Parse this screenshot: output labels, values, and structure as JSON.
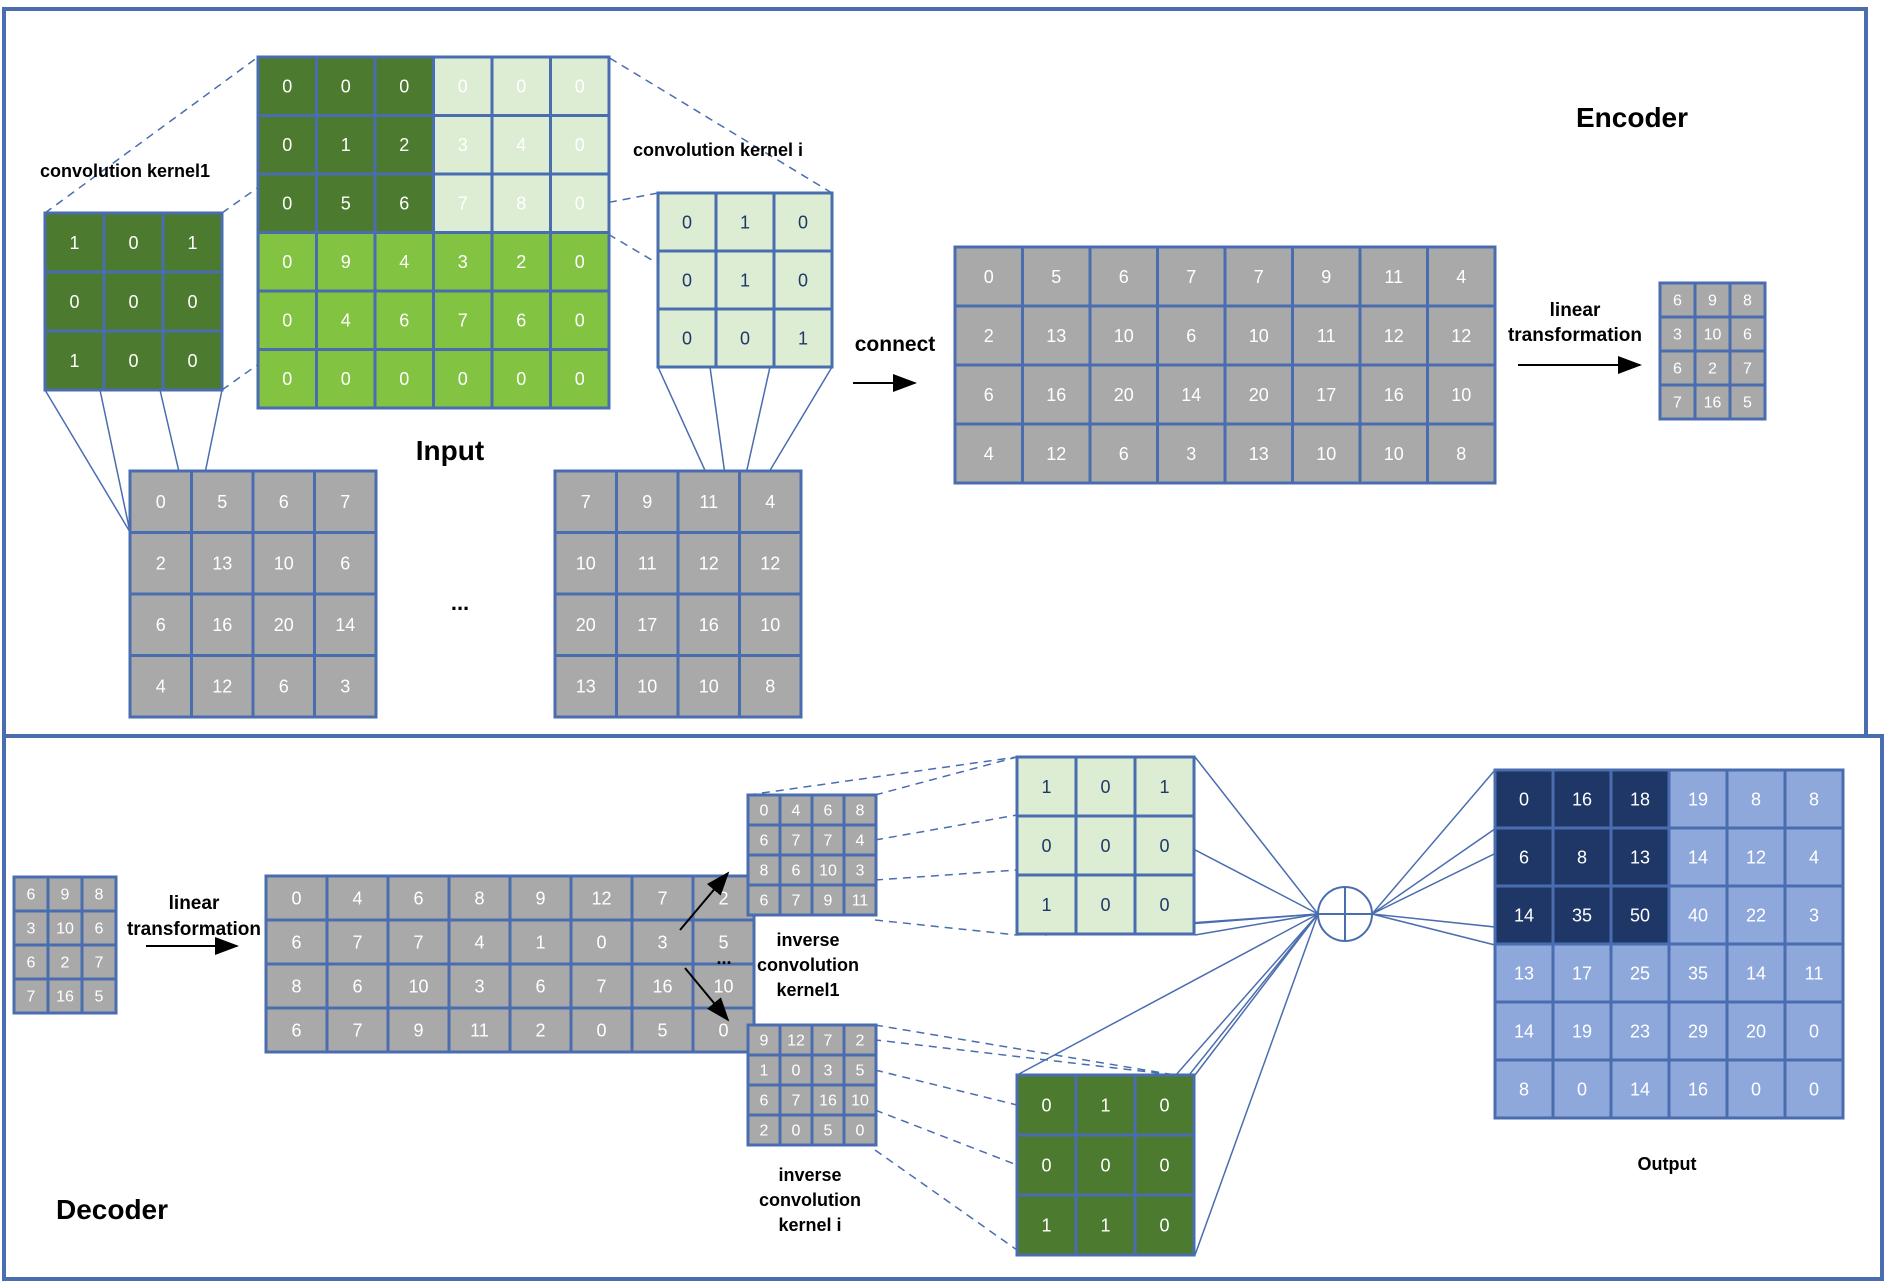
{
  "encoder": {
    "title": "Encoder",
    "input_label": "Input",
    "kernel1_label": "convolution kernel1",
    "kernel_i_label": "convolution kernel i",
    "connect_label": "connect",
    "ellipsis": "...",
    "linear_label_1": "linear",
    "linear_label_2": "transformation",
    "input_matrix": [
      [
        0,
        0,
        0,
        0,
        0,
        0
      ],
      [
        0,
        1,
        2,
        3,
        4,
        0
      ],
      [
        0,
        5,
        6,
        7,
        8,
        0
      ],
      [
        0,
        9,
        4,
        3,
        2,
        0
      ],
      [
        0,
        4,
        6,
        7,
        6,
        0
      ],
      [
        0,
        0,
        0,
        0,
        0,
        0
      ]
    ],
    "kernel1": [
      [
        1,
        0,
        1
      ],
      [
        0,
        0,
        0
      ],
      [
        1,
        0,
        0
      ]
    ],
    "kernel_i": [
      [
        0,
        1,
        0
      ],
      [
        0,
        1,
        0
      ],
      [
        0,
        0,
        1
      ]
    ],
    "feature_map_1": [
      [
        0,
        5,
        6,
        7
      ],
      [
        2,
        13,
        10,
        6
      ],
      [
        6,
        16,
        20,
        14
      ],
      [
        4,
        12,
        6,
        3
      ]
    ],
    "feature_map_i": [
      [
        7,
        9,
        11,
        4
      ],
      [
        10,
        11,
        12,
        12
      ],
      [
        20,
        17,
        16,
        10
      ],
      [
        13,
        10,
        10,
        8
      ]
    ],
    "connected": [
      [
        0,
        5,
        6,
        7,
        7,
        9,
        11,
        4
      ],
      [
        2,
        13,
        10,
        6,
        10,
        11,
        12,
        12
      ],
      [
        6,
        16,
        20,
        14,
        20,
        17,
        16,
        10
      ],
      [
        4,
        12,
        6,
        3,
        13,
        10,
        10,
        8
      ]
    ],
    "code": [
      [
        6,
        9,
        8
      ],
      [
        3,
        10,
        6
      ],
      [
        6,
        2,
        7
      ],
      [
        7,
        16,
        5
      ]
    ]
  },
  "decoder": {
    "title": "Decoder",
    "linear_label_1": "linear",
    "linear_label_2": "transformation",
    "inv_kernel1_label": [
      "inverse",
      "convolution",
      "kernel1"
    ],
    "inv_kernel_i_label": [
      "inverse",
      "convolution",
      "kernel i"
    ],
    "ellipsis": "...",
    "output_label": "Output",
    "code": [
      [
        6,
        9,
        8
      ],
      [
        3,
        10,
        6
      ],
      [
        6,
        2,
        7
      ],
      [
        7,
        16,
        5
      ]
    ],
    "expanded": [
      [
        0,
        4,
        6,
        8,
        9,
        12,
        7,
        2
      ],
      [
        6,
        7,
        7,
        4,
        1,
        0,
        3,
        5
      ],
      [
        8,
        6,
        10,
        3,
        6,
        7,
        16,
        10
      ],
      [
        6,
        7,
        9,
        11,
        2,
        0,
        5,
        0
      ]
    ],
    "split_1": [
      [
        0,
        4,
        6,
        8
      ],
      [
        6,
        7,
        7,
        4
      ],
      [
        8,
        6,
        10,
        3
      ],
      [
        6,
        7,
        9,
        11
      ]
    ],
    "split_i": [
      [
        9,
        12,
        7,
        2
      ],
      [
        1,
        0,
        3,
        5
      ],
      [
        6,
        7,
        16,
        10
      ],
      [
        2,
        0,
        5,
        0
      ]
    ],
    "inv_kernel1": [
      [
        1,
        0,
        1
      ],
      [
        0,
        0,
        0
      ],
      [
        1,
        0,
        0
      ]
    ],
    "inv_kernel_i": [
      [
        0,
        1,
        0
      ],
      [
        0,
        0,
        0
      ],
      [
        1,
        1,
        0
      ]
    ],
    "output": [
      [
        0,
        16,
        18,
        19,
        8,
        8
      ],
      [
        6,
        8,
        13,
        14,
        12,
        4
      ],
      [
        14,
        35,
        50,
        40,
        22,
        3
      ],
      [
        13,
        17,
        25,
        35,
        14,
        11
      ],
      [
        14,
        19,
        23,
        29,
        20,
        0
      ],
      [
        8,
        0,
        14,
        16,
        0,
        0
      ]
    ]
  },
  "colors": {
    "border": "#4a6db0",
    "gray": "#a9a9a9",
    "dark_green": "#4c7a2e",
    "light_green": "#82c341",
    "pale_green": "#dcedd4",
    "navy": "#1e3766",
    "light_blue": "#8ea8dc"
  }
}
